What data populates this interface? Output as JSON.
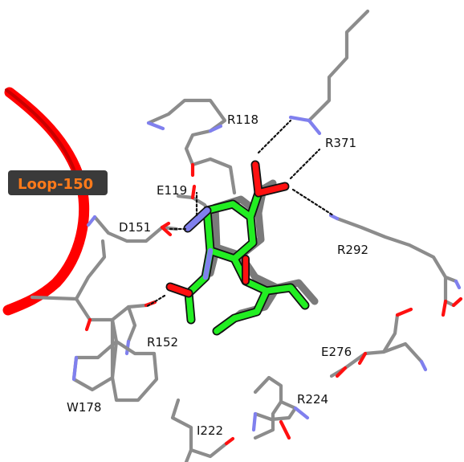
{
  "loop_label": "Loop-150",
  "residues": {
    "R118": "R118",
    "R371": "R371",
    "E119": "E119",
    "D151": "D151",
    "R292": "R292",
    "R152": "R152",
    "E276": "E276",
    "R224": "R224",
    "W178": "W178",
    "I222": "I222"
  },
  "colors": {
    "loop_ribbon": "#ff0000",
    "loop_label_bg": "#3a3a3a",
    "loop_label_text": "#ff7a1a",
    "ligand_carbon": "#22ee22",
    "reference_carbon": "#7a7a7a",
    "protein_carbon": "#8c8c8c",
    "oxygen": "#ff1010",
    "nitrogen": "#8080ee",
    "hbond": "#111111"
  }
}
